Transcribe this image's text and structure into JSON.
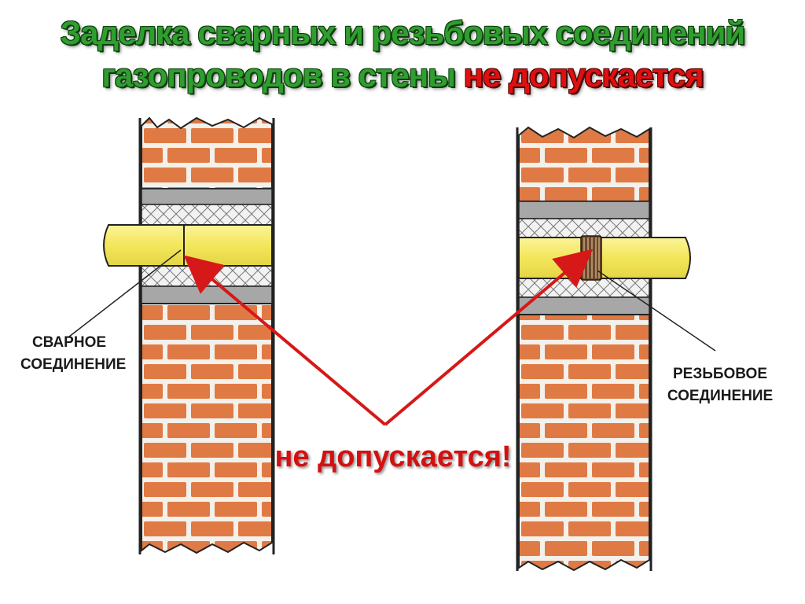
{
  "title": {
    "line1": "Заделка сварных и резьбовых соединений",
    "line2_prefix": "газопроводов в стены ",
    "line2_highlight": "не допускается"
  },
  "labels": {
    "welded_line1": "СВАРНОЕ",
    "welded_line2": "СОЕДИНЕНИЕ",
    "threaded_line1": "РЕЗЬБОВОЕ",
    "threaded_line2": "СОЕДИНЕНИЕ"
  },
  "warning_text": "не допускается!",
  "colors": {
    "title_green": "#2f9e2f",
    "title_red": "#e01010",
    "brick": "#e07a45",
    "mortar": "#f4f0ea",
    "pipe": "#f5ea6a",
    "sleeve_gray": "#a7a7a7",
    "arrow": "#d61818"
  }
}
